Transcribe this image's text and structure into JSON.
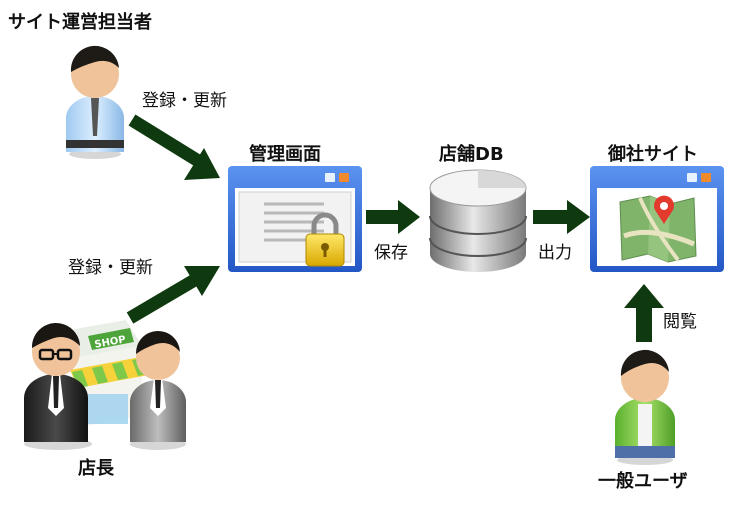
{
  "actors": {
    "site_operator": {
      "label": "サイト運営担当者"
    },
    "store_manager": {
      "label": "店長"
    },
    "general_user": {
      "label": "一般ユーザ"
    }
  },
  "nodes": {
    "admin_panel": {
      "label": "管理画面"
    },
    "store_db": {
      "label": "店舗DB"
    },
    "company_site": {
      "label": "御社サイト"
    }
  },
  "edges": {
    "operator_to_admin": {
      "label": "登録・更新"
    },
    "manager_to_admin": {
      "label": "登録・更新"
    },
    "admin_to_db": {
      "label": "保存"
    },
    "db_to_site": {
      "label": "出力"
    },
    "user_to_site": {
      "label": "閲覧"
    }
  },
  "shop_sign": "SHOP",
  "colors": {
    "arrow": "#0f3a0f",
    "window_frame": "#2e5fd0",
    "window_title": "#4a86ec"
  }
}
